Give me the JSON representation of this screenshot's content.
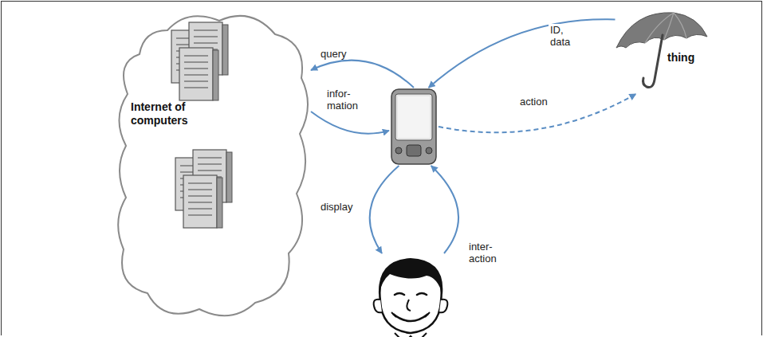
{
  "diagram": {
    "nodes": [
      {
        "text": [
          "Internet of computers"
        ]
      },
      {
        "text": []
      },
      {
        "text": [
          "thing"
        ]
      },
      {
        "text": []
      }
    ],
    "edges": [
      {
        "from": 1,
        "to": 0,
        "label": "query",
        "arrow": "to"
      },
      {
        "from": 0,
        "to": 1,
        "label": "infor- mation",
        "arrow": "to"
      },
      {
        "from": 2,
        "to": 1,
        "label": "ID, data",
        "arrow": "to"
      },
      {
        "from": 1,
        "to": 2,
        "label": "action",
        "arrow": "to"
      },
      {
        "from": 1,
        "to": 3,
        "label": "display",
        "arrow": "to"
      },
      {
        "from": 3,
        "to": 1,
        "label": "inter- action",
        "arrow": "to"
      }
    ]
  }
}
